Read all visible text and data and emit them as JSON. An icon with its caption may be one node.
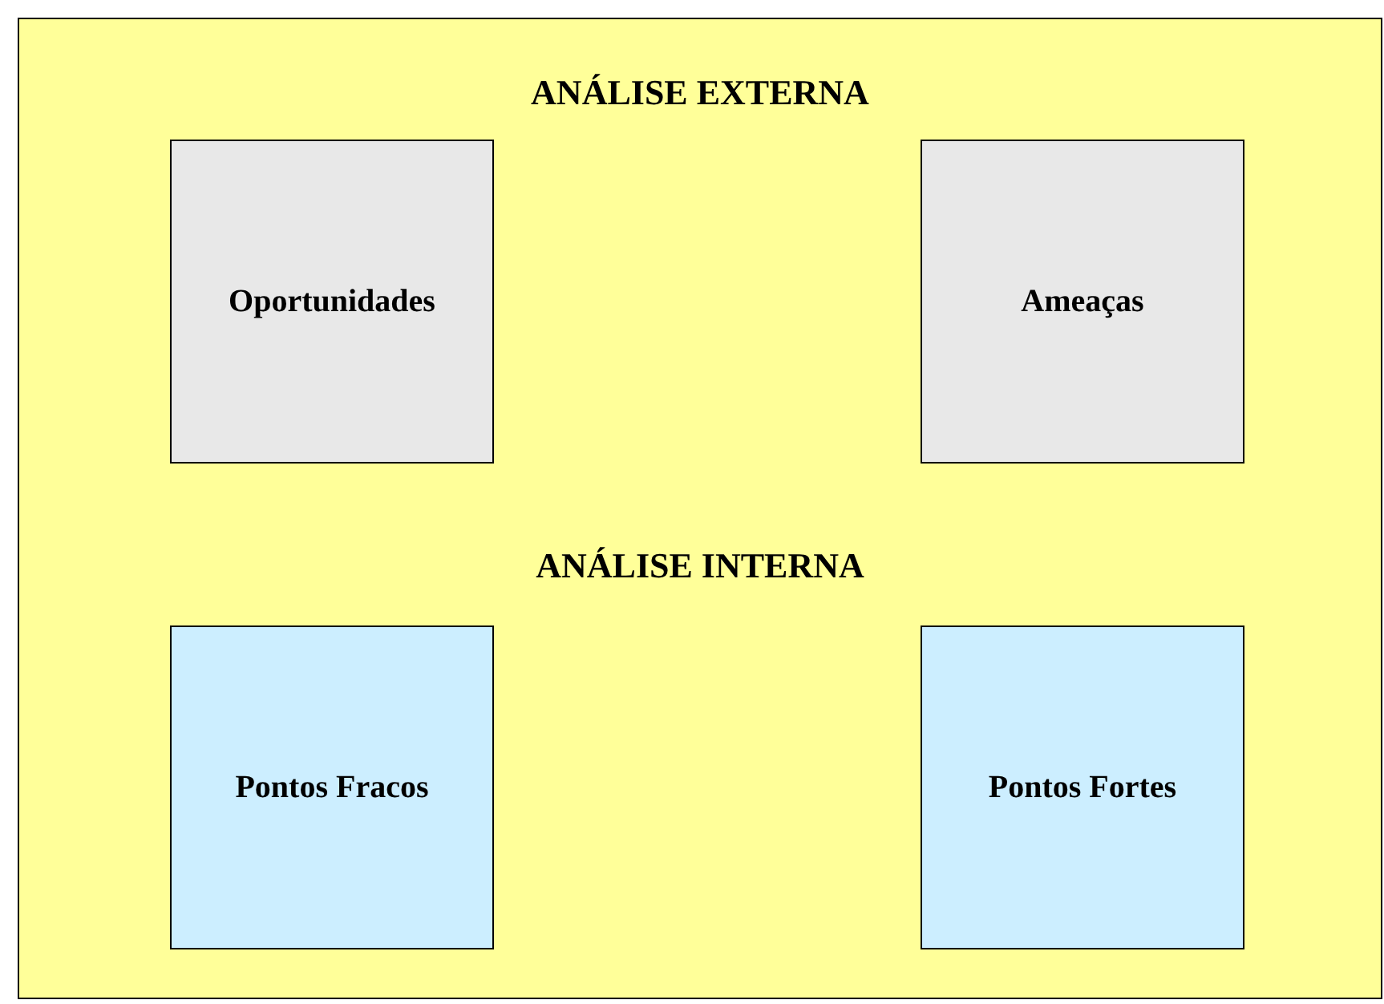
{
  "diagram": {
    "nodes": [
      {
        "text": [
          "ANÁLISE EXTERNA",
          "ANÁLISE INTERNA"
        ]
      },
      {
        "text": [
          "Oportunidades"
        ],
        "in": 0
      },
      {
        "text": [
          "Ameaças"
        ],
        "in": 0
      },
      {
        "text": [
          "Pontos Fracos"
        ],
        "in": 0
      },
      {
        "text": [
          "Pontos Fortes"
        ],
        "in": 0
      }
    ]
  }
}
